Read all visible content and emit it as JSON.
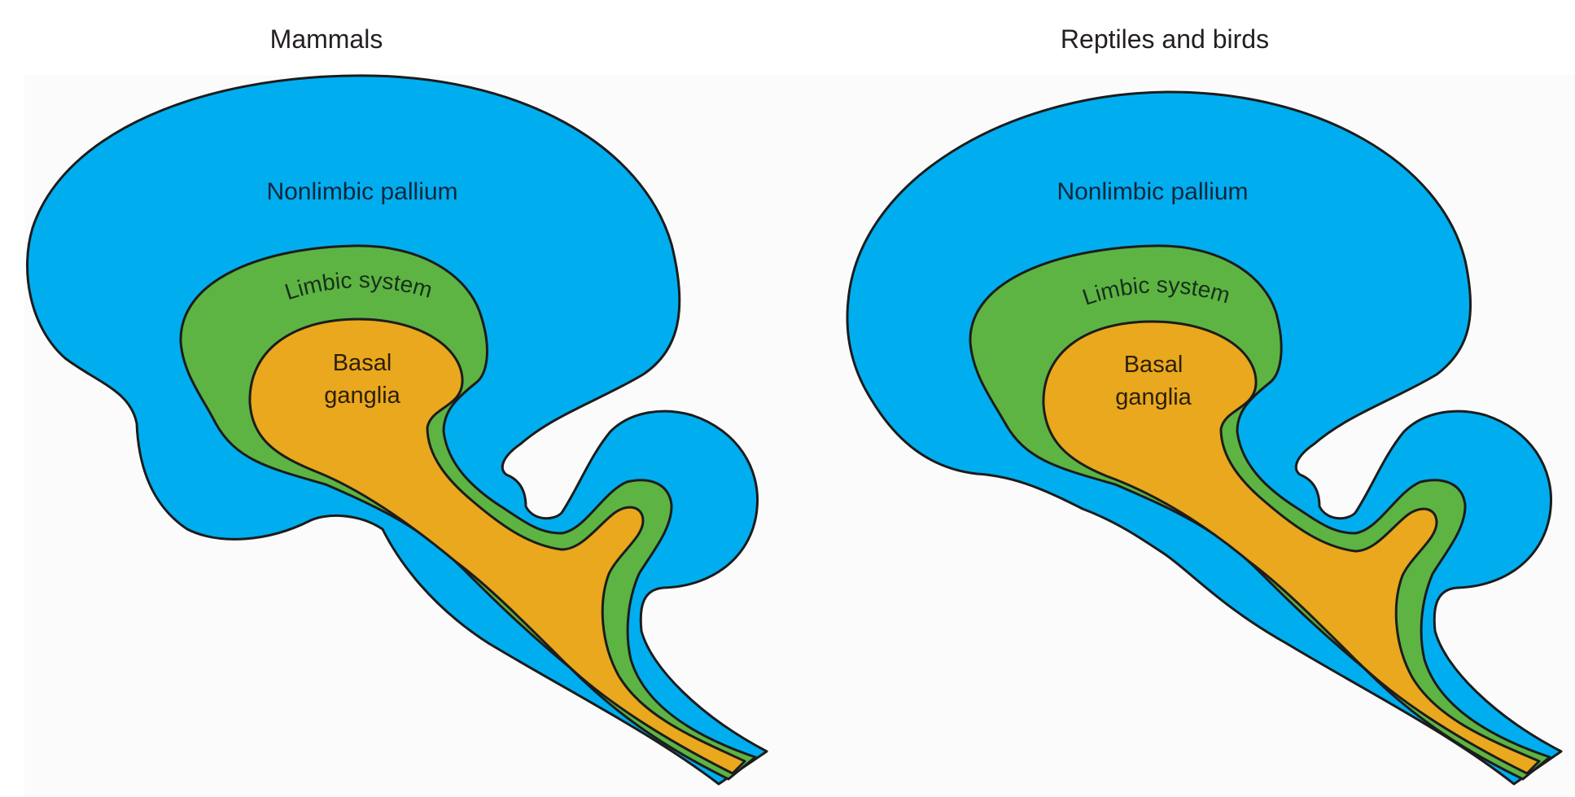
{
  "figure": {
    "panels": [
      {
        "id": "mammals",
        "title": "Mammals",
        "regions": [
          {
            "name": "nonlimbic-pallium",
            "label": "Nonlimbic pallium",
            "color": "#00aeef"
          },
          {
            "name": "limbic-system",
            "label": "Limbic system",
            "color": "#5db443"
          },
          {
            "name": "basal-ganglia",
            "label_line1": "Basal",
            "label_line2": "ganglia",
            "color": "#e9a81d"
          }
        ]
      },
      {
        "id": "reptiles-birds",
        "title": "Reptiles and birds",
        "regions": [
          {
            "name": "nonlimbic-pallium",
            "label": "Nonlimbic pallium",
            "color": "#00aeef"
          },
          {
            "name": "limbic-system",
            "label": "Limbic system",
            "color": "#5db443"
          },
          {
            "name": "basal-ganglia",
            "label_line1": "Basal",
            "label_line2": "ganglia",
            "color": "#e9a81d"
          }
        ]
      }
    ],
    "outline_color": "#1c1c1c",
    "background_color": "#fbfbfb"
  }
}
